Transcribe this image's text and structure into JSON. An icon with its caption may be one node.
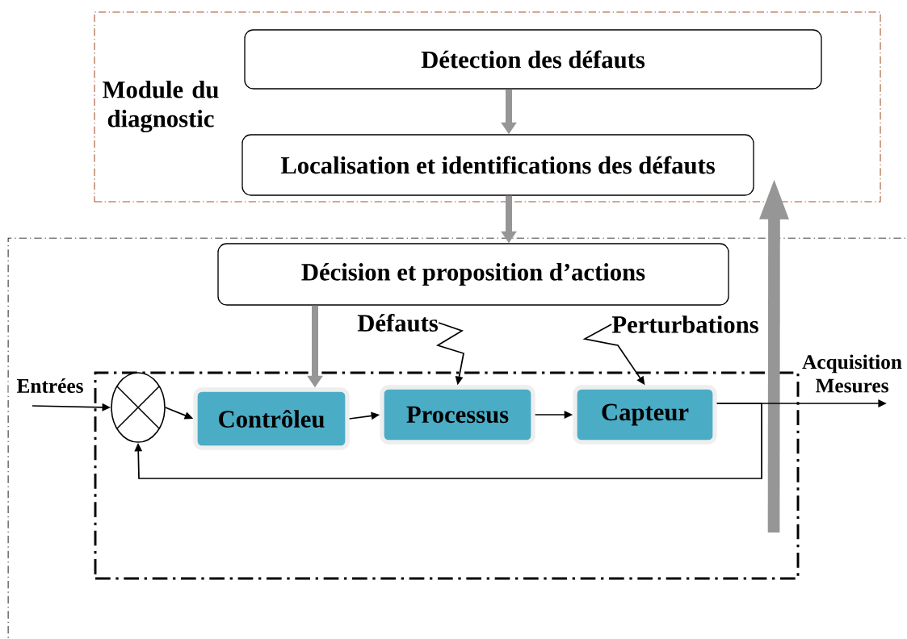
{
  "diagram": {
    "nodes": [
      {
        "text": [
          "Module du diagnostic"
        ]
      },
      {
        "text": [
          "Détection des défauts"
        ],
        "in": 0
      },
      {
        "text": [
          "Localisation et identifications des défauts"
        ],
        "in": 0
      },
      {
        "text": [],
        "shape": "box"
      },
      {
        "text": [
          "Décision et proposition d’actions"
        ],
        "in": 3
      },
      {
        "text": [
          "Défauts"
        ],
        "in": 3
      },
      {
        "text": [
          "Perturbations"
        ],
        "in": 3
      },
      {
        "text": [],
        "shape": "box",
        "in": 3
      },
      {
        "text": [],
        "shape": "circle",
        "in": 7
      },
      {
        "text": [
          "Contrôleu"
        ],
        "in": 7
      },
      {
        "text": [
          "Processus"
        ],
        "in": 7
      },
      {
        "text": [
          "Capteur"
        ],
        "in": 7
      }
    ],
    "edges": [
      {
        "from": 1,
        "to": 2,
        "arrow": "to",
        "style": "thick",
        "color": "#969696"
      },
      {
        "from": 2,
        "to": 4,
        "arrow": "to",
        "style": "thick",
        "color": "#969696"
      },
      {
        "from": 4,
        "to": 9,
        "arrow": "to",
        "style": "thick",
        "color": "#969696"
      },
      {
        "from": null,
        "to": 0,
        "arrow": "to",
        "style": "thick",
        "color": "#969696"
      },
      {
        "from": null,
        "to": 8,
        "arrow": "to",
        "label": "Entrées"
      },
      {
        "from": 8,
        "to": 9,
        "arrow": "to"
      },
      {
        "from": 9,
        "to": 10,
        "arrow": "to"
      },
      {
        "from": 10,
        "to": 11,
        "arrow": "to"
      },
      {
        "from": 11,
        "to": null,
        "arrow": "to",
        "label": "Acquisition Mesures"
      },
      {
        "from": 11,
        "to": 8,
        "arrow": "to"
      },
      {
        "from": 5,
        "to": 10,
        "arrow": "to"
      },
      {
        "from": 6,
        "to": 11,
        "arrow": "to"
      }
    ]
  }
}
